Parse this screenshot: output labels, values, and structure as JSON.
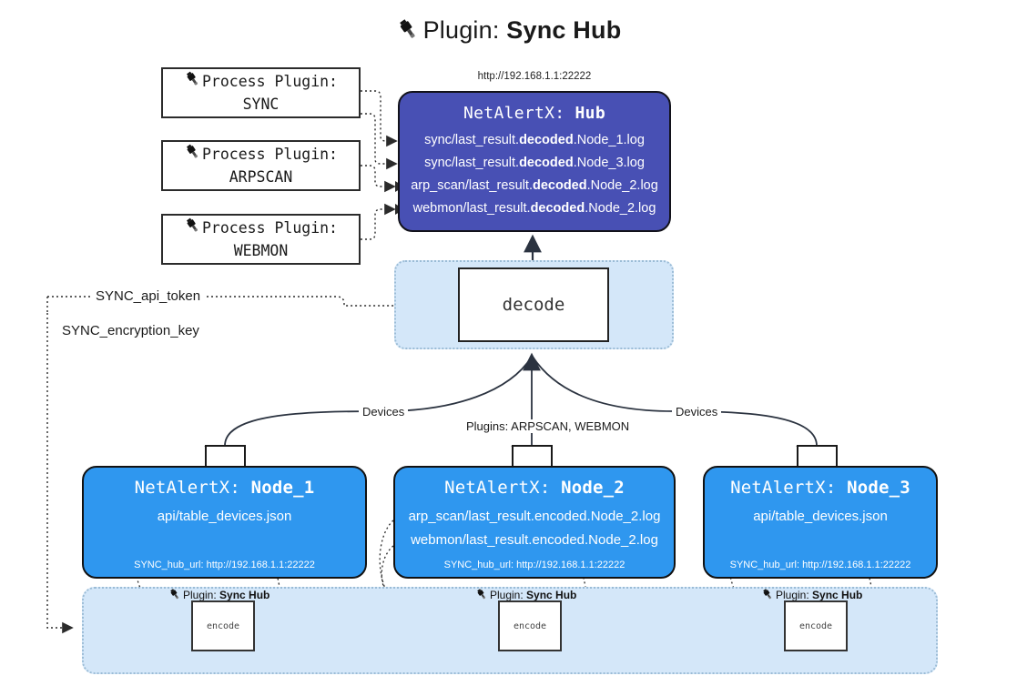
{
  "title": {
    "icon": "plug-icon",
    "prefix": "Plugin: ",
    "name": "Sync Hub"
  },
  "colors": {
    "hub_fill": "#4850b4",
    "node_fill": "#2f97ef",
    "container_fill": "#d4e7f9",
    "container_border": "#9bbcd6",
    "box_border": "#222222",
    "text_light": "#ffffff"
  },
  "process_plugins": [
    {
      "icon": "plug-icon",
      "line1": "Process Plugin:",
      "line2": "SYNC"
    },
    {
      "icon": "plug-icon",
      "line1": "Process Plugin:",
      "line2": "ARPSCAN"
    },
    {
      "icon": "plug-icon",
      "line1": "Process Plugin:",
      "line2": "WEBMON"
    }
  ],
  "hub": {
    "url": "http://192.168.1.1:22222",
    "title_prefix": "NetAlertX: ",
    "title_name": "Hub",
    "lines": [
      {
        "pre": "sync/last_result.",
        "mid": "decoded",
        "post": ".Node_1.log"
      },
      {
        "pre": "sync/last_result.",
        "mid": "decoded",
        "post": ".Node_3.log"
      },
      {
        "pre": "arp_scan/last_result.",
        "mid": "decoded",
        "post": ".Node_2.log"
      },
      {
        "pre": "webmon/last_result.",
        "mid": "decoded",
        "post": ".Node_2.log"
      }
    ]
  },
  "decode": {
    "label": "decode"
  },
  "config_labels": {
    "api_token": "SYNC_api_token",
    "encryption_key": "SYNC_encryption_key"
  },
  "edge_labels": {
    "devices_left": "Devices",
    "devices_right": "Devices",
    "plugins_center": "Plugins: ARPSCAN, WEBMON"
  },
  "nodes": [
    {
      "title_prefix": "NetAlertX: ",
      "title_name": "Node_1",
      "lines": [
        "api/table_devices.json"
      ],
      "footer": "SYNC_hub_url: http://192.168.1.1:22222",
      "envelope_icon": "envelope-icon"
    },
    {
      "title_prefix": "NetAlertX: ",
      "title_name": "Node_2",
      "lines": [
        "arp_scan/last_result.encoded.Node_2.log",
        "webmon/last_result.encoded.Node_2.log"
      ],
      "footer": "SYNC_hub_url: http://192.168.1.1:22222",
      "envelope_icon": "envelope-icon"
    },
    {
      "title_prefix": "NetAlertX: ",
      "title_name": "Node_3",
      "lines": [
        "api/table_devices.json"
      ],
      "footer": "SYNC_hub_url: http://192.168.1.1:22222",
      "envelope_icon": "envelope-icon"
    }
  ],
  "encoders": [
    {
      "icon": "plug-icon",
      "label_prefix": "Plugin: ",
      "label_name": "Sync Hub",
      "box_label": "encode"
    },
    {
      "icon": "plug-icon",
      "label_prefix": "Plugin: ",
      "label_name": "Sync Hub",
      "box_label": "encode"
    },
    {
      "icon": "plug-icon",
      "label_prefix": "Plugin: ",
      "label_name": "Sync Hub",
      "box_label": "encode"
    }
  ]
}
